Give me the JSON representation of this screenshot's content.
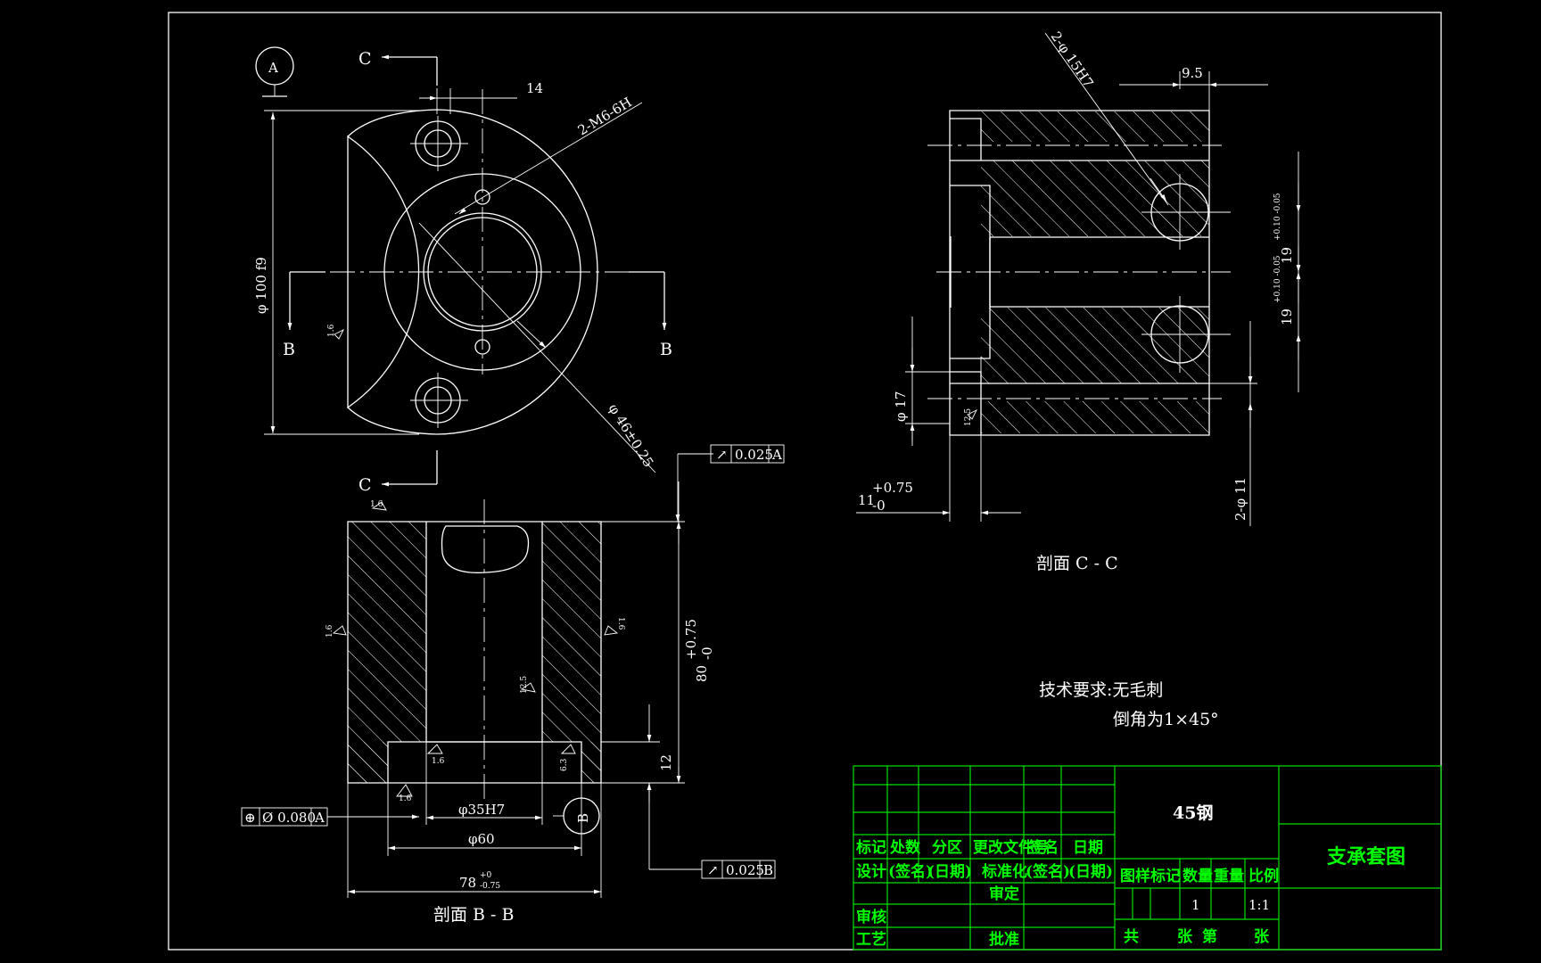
{
  "view_labels": {
    "datum_a": "A",
    "datum_b": "B",
    "section_c_top": "C",
    "section_c_bottom": "C",
    "section_b_left": "B",
    "section_b_right": "B",
    "section_cc": "剖面 C - C",
    "section_bb": "剖面 B - B"
  },
  "dimensions": {
    "d14": "14",
    "thread": "2-M6-6H",
    "dia100": "φ 100 f9",
    "dia46": "φ 46±0.25",
    "d2phi15": "2-φ 15H7",
    "d9_5": "9.5",
    "dia17": "φ 17",
    "d11": "11",
    "d11_tol_up": "+0.75",
    "d11_tol_dn": "-0",
    "d2phi11": "2-φ 11",
    "d19_a": "19",
    "d19_b": "19",
    "d19_tol": "+0.10 -0.05",
    "d80": "80",
    "d80_tol_up": "+0.75",
    "d80_tol_dn": "-0",
    "d12": "12",
    "dia35": "φ35H7",
    "dia60": "φ60",
    "d78": "78",
    "d78_tol_up": "+0",
    "d78_tol_dn": "-0.75"
  },
  "roughness": {
    "r1": "1.6",
    "r2": "1.6",
    "r3": "1.6",
    "r4": "1.6",
    "r5": "1.6",
    "r6": "1.6",
    "r7": "12.5",
    "r8": "6.3",
    "r9": "12.5"
  },
  "tolerance_frames": {
    "perp_top": {
      "symbol": "↗",
      "value": "0.025",
      "datum": "A"
    },
    "position": {
      "symbol": "⊕",
      "value": "Ø 0.080",
      "datum": "A"
    },
    "perp_bot": {
      "symbol": "↗",
      "value": "0.025",
      "datum": "B"
    }
  },
  "notes": {
    "line1": "技术要求:无毛刺",
    "line2": "倒角为1×45°"
  },
  "title_block": {
    "material": "45钢",
    "drawing_name": "支承套图",
    "headers_row1": [
      "标记",
      "处数",
      "分区",
      "更改文件号",
      "签名",
      "日期"
    ],
    "headers_row2": [
      "设计",
      "(签名)",
      "(日期)",
      "标准化",
      "(签名)",
      "(日期)"
    ],
    "review": "审定",
    "check": "审核",
    "process": "工艺",
    "approve": "批准",
    "attr_headers": [
      "图样标记",
      "数量",
      "重量",
      "比例"
    ],
    "quantity": "1",
    "scale": "1:1",
    "sheet": [
      "共",
      "张",
      "第",
      "张"
    ]
  },
  "colors": {
    "background": "#000000",
    "lines": "#ffffff",
    "title_block": "#00e000"
  }
}
